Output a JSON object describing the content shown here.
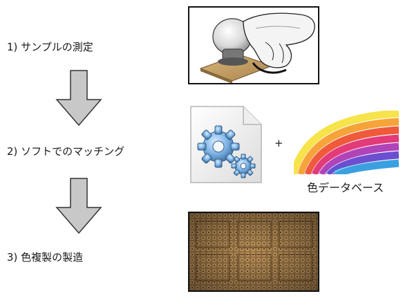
{
  "steps": [
    {
      "label": "1) サンプルの測定"
    },
    {
      "label": "2) ソフトでのマッチング"
    },
    {
      "label": "3) 色複製の製造"
    }
  ],
  "plus_sign": "+",
  "database_caption": "色データベース",
  "icons": {
    "measure": "spectrophotometer-measuring-sample",
    "software": "software-gears-document-icon",
    "colors": "color-fan-deck",
    "result": "woven-fabric-sample"
  },
  "colors": {
    "arrow_fill": "#c8c8c8",
    "arrow_stroke": "#333333",
    "fabric": "#a78050",
    "gear": "#6fa8dc"
  }
}
